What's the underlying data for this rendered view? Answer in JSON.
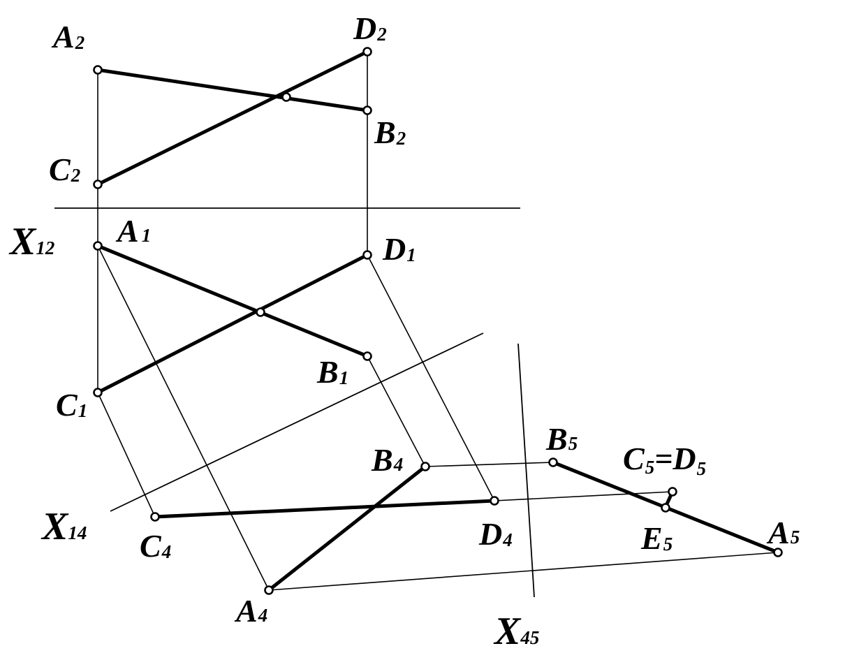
{
  "labels": {
    "a2": {
      "main": "A",
      "sub": "2"
    },
    "d2": {
      "main": "D",
      "sub": "2"
    },
    "b2": {
      "main": "B",
      "sub": "2"
    },
    "c2": {
      "main": "C",
      "sub": "2"
    },
    "x12": {
      "main": "X",
      "sub": "12"
    },
    "a1": {
      "main": "A",
      "sub": "1"
    },
    "d1": {
      "main": "D",
      "sub": "1"
    },
    "b1": {
      "main": "B",
      "sub": "1"
    },
    "c1": {
      "main": "C",
      "sub": "1"
    },
    "x14": {
      "main": "X",
      "sub": "14"
    },
    "b4": {
      "main": "B",
      "sub": "4"
    },
    "c4": {
      "main": "C",
      "sub": "4"
    },
    "d4": {
      "main": "D",
      "sub": "4"
    },
    "a4": {
      "main": "A",
      "sub": "4"
    },
    "x45": {
      "main": "X",
      "sub": "45"
    },
    "b5": {
      "main": "B",
      "sub": "5"
    },
    "c5d5": {
      "main1": "C",
      "sub1": "5",
      "eq": "=",
      "main2": "D",
      "sub2": "5"
    },
    "e5": {
      "main": "E",
      "sub": "5"
    },
    "a5": {
      "main": "A",
      "sub": "5"
    }
  }
}
